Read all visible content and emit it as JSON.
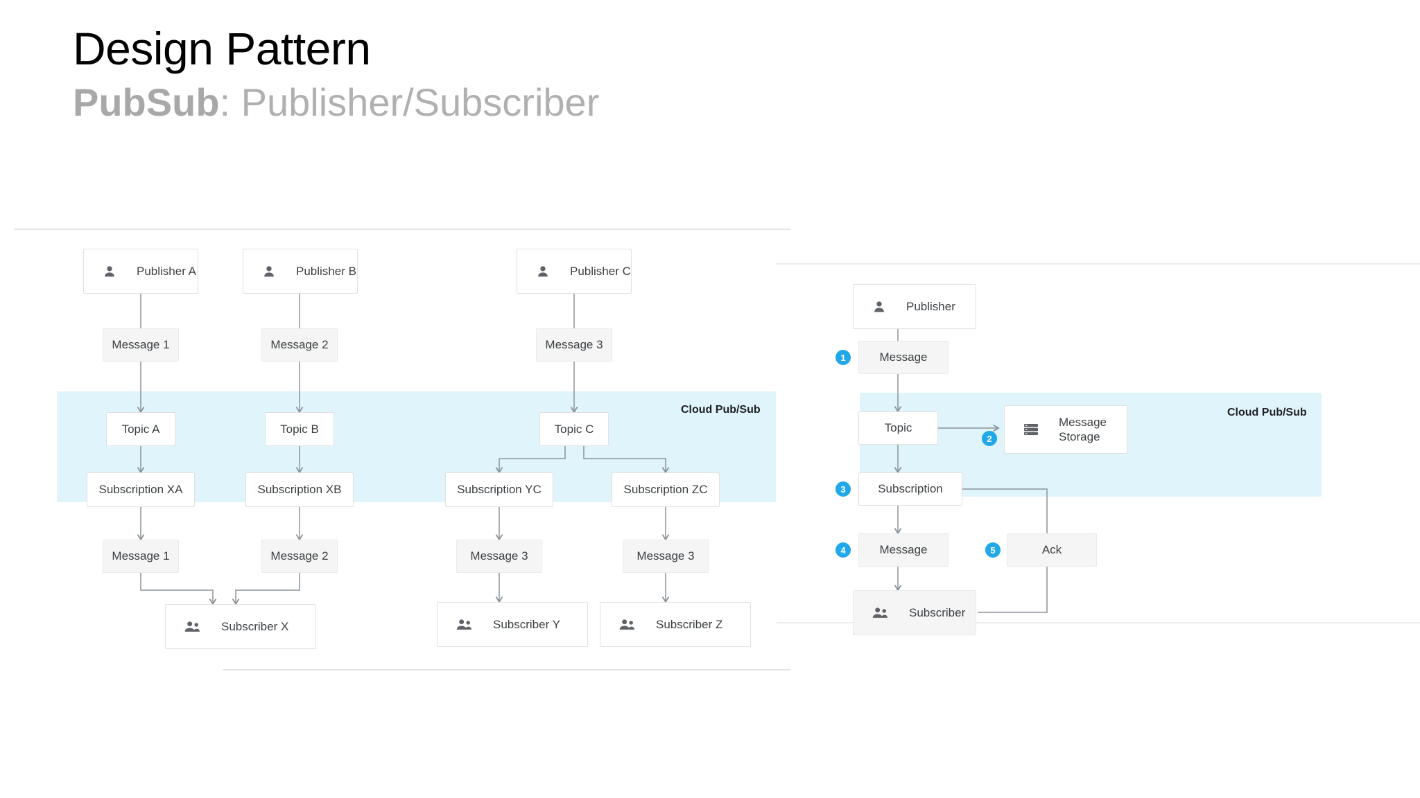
{
  "slide": {
    "title": "Design Pattern",
    "subtitle_bold": "PubSub",
    "subtitle_rest": ": Publisher/Subscriber"
  },
  "colors": {
    "cloud_band": "#e0f4fb",
    "badge_blue": "#20a8e8",
    "node_grey": "#f5f5f5",
    "node_white": "#ffffff",
    "text": "#3c4043",
    "title": "#000000",
    "subtitle": "#b0b0b0",
    "connector": "#8a9299",
    "icon_grey": "#5f6368"
  },
  "left_diagram": {
    "cloud_label": "Cloud Pub/Sub",
    "publishers": [
      {
        "label": "Publisher A",
        "icon": "person-icon"
      },
      {
        "label": "Publisher B",
        "icon": "person-icon"
      },
      {
        "label": "Publisher C",
        "icon": "person-icon"
      }
    ],
    "messages_in": [
      {
        "label": "Message 1"
      },
      {
        "label": "Message 2"
      },
      {
        "label": "Message 3"
      }
    ],
    "topics": [
      {
        "label": "Topic A"
      },
      {
        "label": "Topic B"
      },
      {
        "label": "Topic C"
      }
    ],
    "subscriptions": [
      {
        "label": "Subscription XA"
      },
      {
        "label": "Subscription XB"
      },
      {
        "label": "Subscription YC"
      },
      {
        "label": "Subscription ZC"
      }
    ],
    "messages_out": [
      {
        "label": "Message 1"
      },
      {
        "label": "Message 2"
      },
      {
        "label": "Message 3"
      },
      {
        "label": "Message 3"
      }
    ],
    "subscribers": [
      {
        "label": "Subscriber X",
        "icon": "group-icon"
      },
      {
        "label": "Subscriber Y",
        "icon": "group-icon"
      },
      {
        "label": "Subscriber Z",
        "icon": "group-icon"
      }
    ]
  },
  "right_diagram": {
    "cloud_label": "Cloud Pub/Sub",
    "publisher": {
      "label": "Publisher",
      "icon": "person-icon"
    },
    "message_in": {
      "label": "Message",
      "step": "1"
    },
    "topic": {
      "label": "Topic"
    },
    "message_storage": {
      "line1": "Message",
      "line2": "Storage",
      "icon": "storage-icon",
      "step": "2"
    },
    "subscription": {
      "label": "Subscription",
      "step": "3"
    },
    "message_out": {
      "label": "Message",
      "step": "4"
    },
    "ack": {
      "label": "Ack",
      "step": "5"
    },
    "subscriber": {
      "label": "Subscriber",
      "icon": "group-icon"
    }
  }
}
